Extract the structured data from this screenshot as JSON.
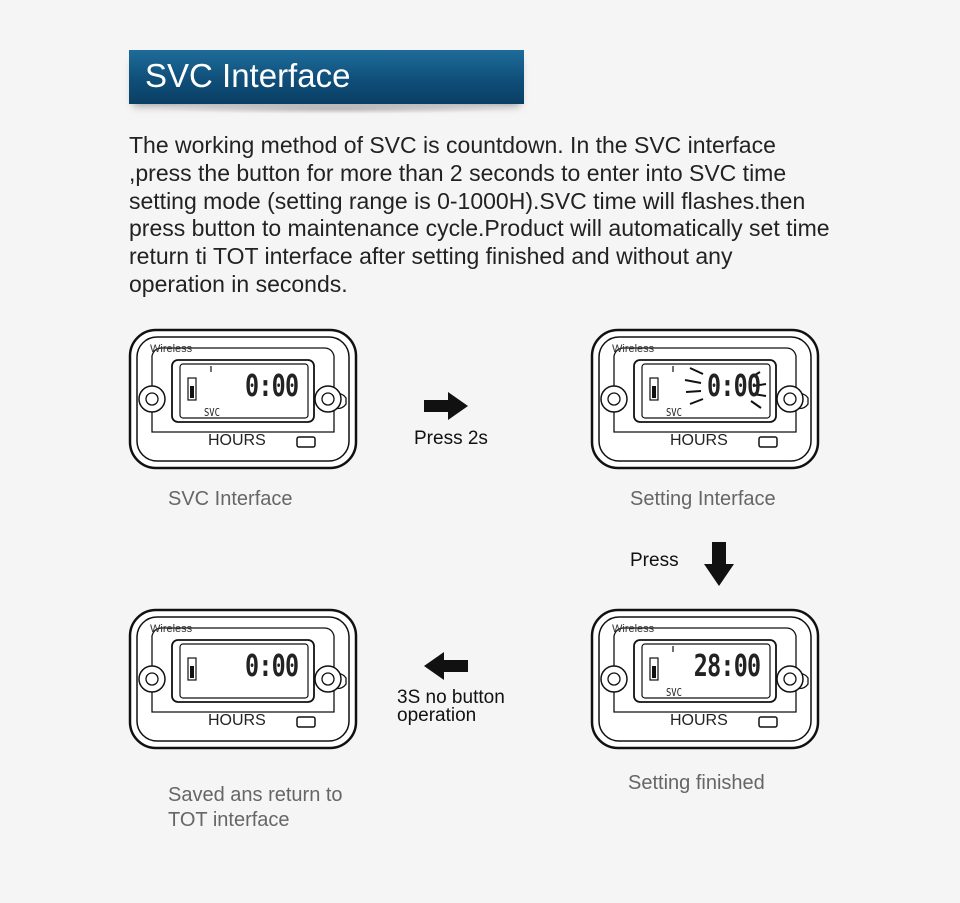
{
  "header": {
    "title": "SVC Interface"
  },
  "intro": {
    "lines": [
      "The working method of SVC is countdown. In the SVC interface",
      ",press the button for more than 2 seconds to enter into SVC time",
      "setting mode (setting range is 0-1000H).SVC time will flashes.then",
      "press button to maintenance cycle.Product will automatically set time",
      "return ti TOT interface after setting finished and without any",
      "operation in seconds."
    ]
  },
  "meters": [
    {
      "wireless": "Wireless",
      "digits": "0:00",
      "svc": "SVC",
      "hours": "HOURS",
      "caption": "SVC Interface"
    },
    {
      "wireless": "Wireless",
      "digits": "0:00",
      "svc": "SVC",
      "hours": "HOURS",
      "caption": "Setting Interface",
      "flashing": true
    },
    {
      "wireless": "Wireless",
      "digits": "0:00",
      "svc": "",
      "hours": "HOURS",
      "caption_lines": [
        "Saved ans return to",
        "TOT interface"
      ]
    },
    {
      "wireless": "Wireless",
      "digits": "28:00",
      "svc": "SVC",
      "hours": "HOURS",
      "caption": "Setting finished"
    }
  ],
  "steps": {
    "press_2s": "Press 2s",
    "press": "Press",
    "no_button_lines": [
      "3S no button",
      "operation"
    ]
  },
  "colors": {
    "banner": "#11537f",
    "banner_text": "#ffffff",
    "caption": "#666666"
  }
}
